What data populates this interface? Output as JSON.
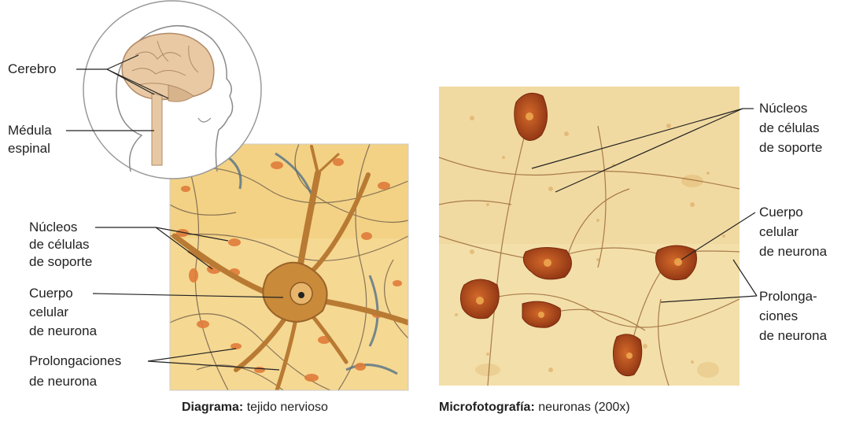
{
  "colors": {
    "tissue_bg": "#f4d488",
    "neuron_body": "#c98a3a",
    "micro_bg": "#f2dda6",
    "micro_cell": "#a8431e",
    "process_blue": "#4a6b86",
    "leader": "#222222"
  },
  "icons": [
    "brain-icon",
    "head-silhouette-icon",
    "neuron-icon"
  ],
  "left_labels": {
    "cerebro": "Cerebro",
    "medula": [
      "Médula",
      "espinal"
    ],
    "nucleos": [
      "Núcleos",
      "de células",
      "de soporte"
    ],
    "cuerpo": [
      "Cuerpo",
      "celular",
      "de neurona"
    ],
    "prolongaciones": [
      "Prolongaciones",
      "de neurona"
    ]
  },
  "right_labels": {
    "nucleos": [
      "Núcleos",
      "de células",
      "de soporte"
    ],
    "cuerpo": [
      "Cuerpo",
      "celular",
      "de neurona"
    ],
    "prolongaciones": [
      "Prolonga-",
      "ciones",
      "de neurona"
    ]
  },
  "captions": {
    "left_bold": "Diagrama:",
    "left_text": " tejido nervioso",
    "right_bold": "Microfotografía:",
    "right_text": " neuronas (200x)"
  }
}
